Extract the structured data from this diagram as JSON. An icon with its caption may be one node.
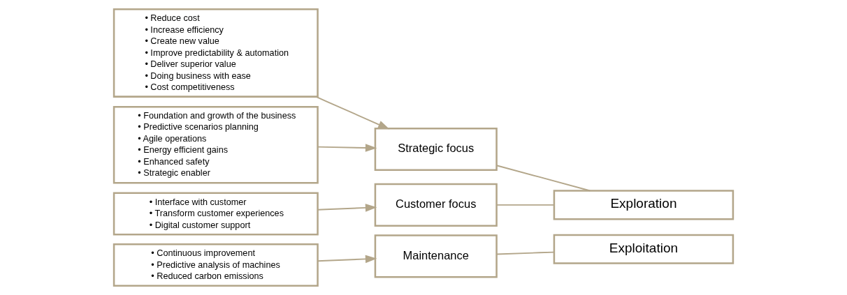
{
  "diagram": {
    "nodes": [
      {
        "text": [
          "• Reduce cost",
          "• Increase efficiency",
          "• Create new value",
          "• Improve predictability & automation",
          "• Deliver superior value",
          "• Doing business with ease",
          "• Cost competitiveness"
        ]
      },
      {
        "text": [
          "• Foundation and growth of the business",
          "• Predictive scenarios planning",
          "• Agile operations",
          "• Energy efficient gains",
          "• Enhanced safety",
          "• Strategic enabler"
        ]
      },
      {
        "text": [
          "• Interface with customer",
          "• Transform customer experiences",
          "• Digital customer support"
        ]
      },
      {
        "text": [
          "• Continuous improvement",
          "• Predictive analysis of machines",
          "• Reduced carbon emissions"
        ]
      },
      {
        "text": [
          "Strategic focus"
        ]
      },
      {
        "text": [
          "Customer focus"
        ]
      },
      {
        "text": [
          "Maintenance"
        ]
      },
      {
        "text": [
          "Exploration"
        ]
      },
      {
        "text": [
          "Exploitation"
        ]
      }
    ],
    "edges": [
      {
        "from": 0,
        "to": 4,
        "arrow": "to"
      },
      {
        "from": 1,
        "to": 4,
        "arrow": "to"
      },
      {
        "from": 2,
        "to": 5,
        "arrow": "to"
      },
      {
        "from": 3,
        "to": 6,
        "arrow": "to"
      },
      {
        "from": 4,
        "to": 7,
        "arrow": "none"
      },
      {
        "from": 5,
        "to": 7,
        "arrow": "none"
      },
      {
        "from": 6,
        "to": 8,
        "arrow": "none"
      }
    ]
  }
}
